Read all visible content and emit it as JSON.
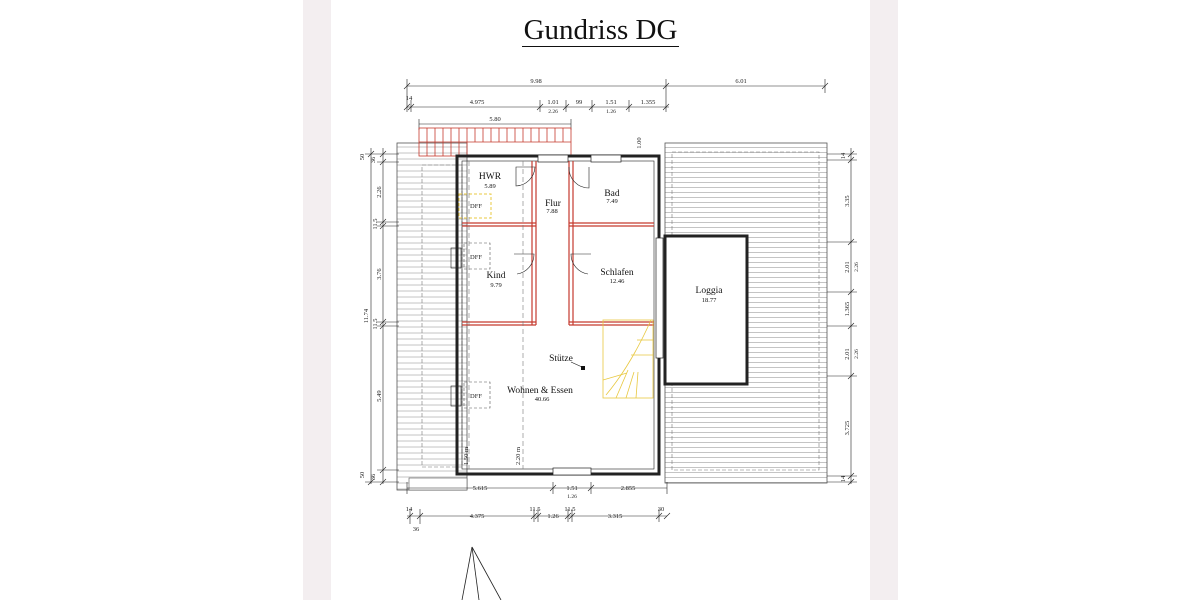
{
  "title": "Gundriss DG",
  "rooms": {
    "hwr": {
      "name": "HWR",
      "area": "5.89"
    },
    "flur": {
      "name": "Flur",
      "area": "7.88"
    },
    "bad": {
      "name": "Bad",
      "area": "7.49"
    },
    "kind": {
      "name": "Kind",
      "area": "9.79"
    },
    "schlafen": {
      "name": "Schlafen",
      "area": "12.46"
    },
    "loggia": {
      "name": "Loggia",
      "area": "18.77"
    },
    "wohnen": {
      "name": "Wohnen & Essen",
      "area": "40.66"
    }
  },
  "labels": {
    "stuetze": "Stütze",
    "dff1": "DFF",
    "dff2": "DFF",
    "dff3": "DFF",
    "h1": "1.50 m",
    "h2": "2.20 m"
  },
  "dims_top": {
    "total_left": "9.98",
    "total_right": "6.01",
    "t14": "14",
    "a": "4.975",
    "b": "1.01",
    "b_sub": "2.26",
    "c": "99",
    "d": "1.51",
    "d_sub": "1.26",
    "e": "1.355",
    "stair": "5.80",
    "h100": "1.00"
  },
  "dims_bottom": {
    "a": "5.615",
    "b": "1.51",
    "b_sub": "1.26",
    "c": "2.855",
    "t14": "14",
    "d": "4.375",
    "e": "11.5",
    "f": "1.26",
    "g": "11.5",
    "h": "3.315",
    "i": "30",
    "j": "36"
  },
  "dims_left": {
    "a": "50",
    "b": "36",
    "c": "2.26",
    "d": "11.5",
    "e": "3.76",
    "f": "11.5",
    "g": "11.74",
    "h": "5.49",
    "i": "50",
    "j": "36"
  },
  "dims_right": {
    "a": "14",
    "b": "3.35",
    "c": "2.01",
    "c_sub": "2.26",
    "d": "1.365",
    "e": "2.01",
    "e_sub": "2.26",
    "f": "3.725",
    "g": "14"
  }
}
